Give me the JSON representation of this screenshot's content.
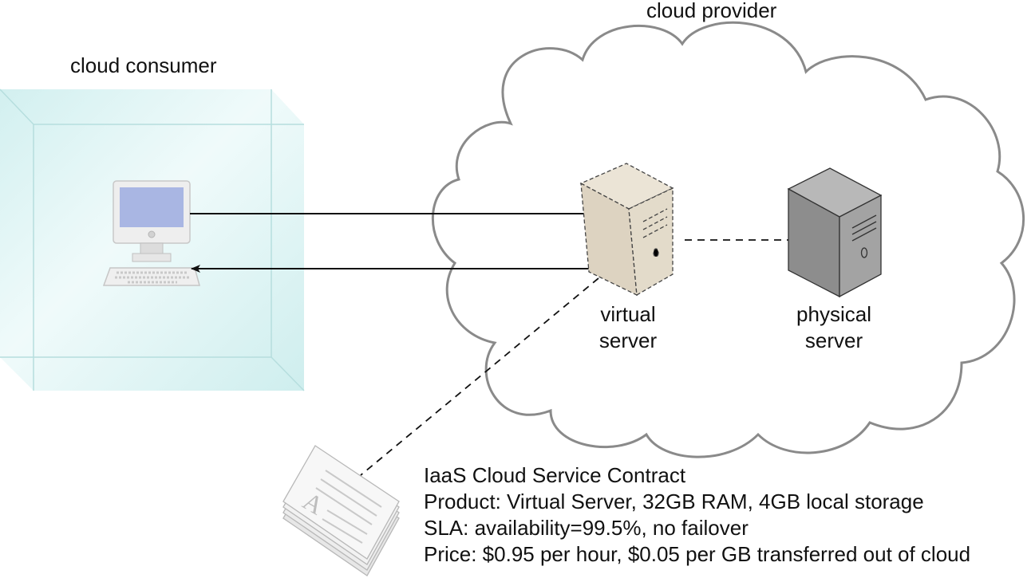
{
  "labels": {
    "consumer": "cloud consumer",
    "provider": "cloud provider",
    "virtual_server_line1": "virtual",
    "virtual_server_line2": "server",
    "physical_server_line1": "physical",
    "physical_server_line2": "server"
  },
  "contract": {
    "title": "IaaS Cloud Service Contract",
    "product": "Product: Virtual Server, 32GB RAM, 4GB local storage",
    "sla": "SLA: availability=99.5%, no failover",
    "price": "Price: $0.95 per hour, $0.05 per GB transferred out of cloud"
  },
  "document_glyph": "A",
  "icons": [
    "workstation-icon",
    "virtual-server-icon",
    "physical-server-icon",
    "document-stack-icon",
    "cloud-shape"
  ],
  "colors": {
    "consumer_box": "#d8f1f1",
    "cloud_outline": "#8a8a8a",
    "virtual_server": "#ddd3c1",
    "physical_server": "#8d8d8d",
    "monitor_screen": "#a9b6e3"
  }
}
